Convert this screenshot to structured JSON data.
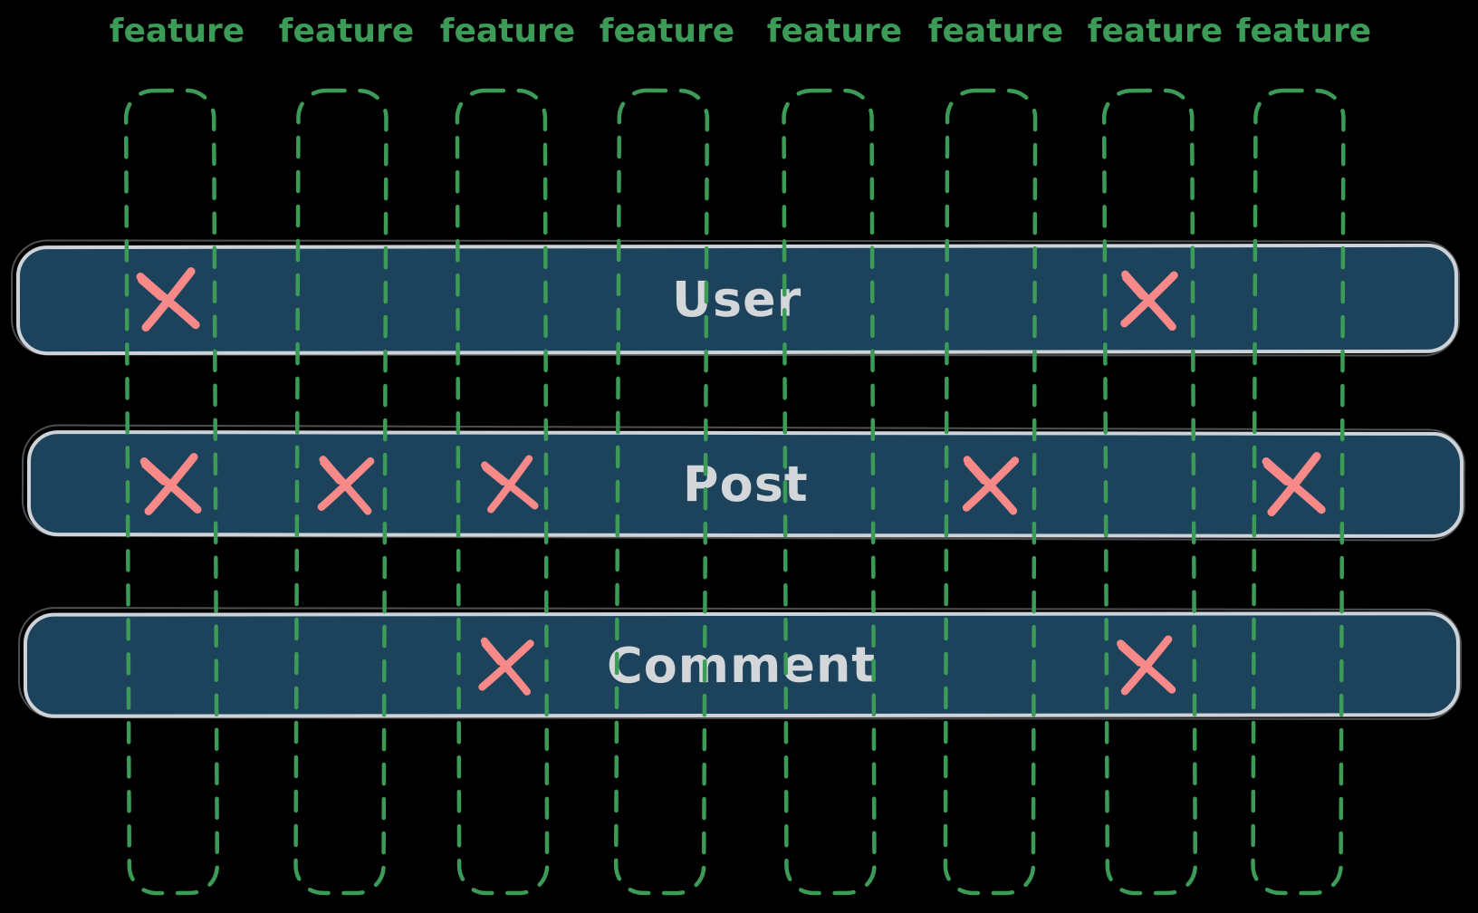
{
  "diagram": {
    "feature_labels": [
      "feature",
      "feature",
      "feature",
      "feature",
      "feature",
      "feature",
      "feature",
      "feature"
    ],
    "entities": [
      {
        "label": "User",
        "crossed_feature_columns": [
          1,
          7
        ]
      },
      {
        "label": "Post",
        "crossed_feature_columns": [
          1,
          2,
          3,
          6,
          8
        ]
      },
      {
        "label": "Comment",
        "crossed_feature_columns": [
          3,
          7
        ]
      }
    ],
    "mark_symbol": "X"
  },
  "colors": {
    "background": "#000000",
    "feature_green": "#3b9b57",
    "entity_fill": "#1d435c",
    "entity_border": "#cdd3d8",
    "entity_text": "#d3d7da",
    "cross_red": "#f78989"
  }
}
